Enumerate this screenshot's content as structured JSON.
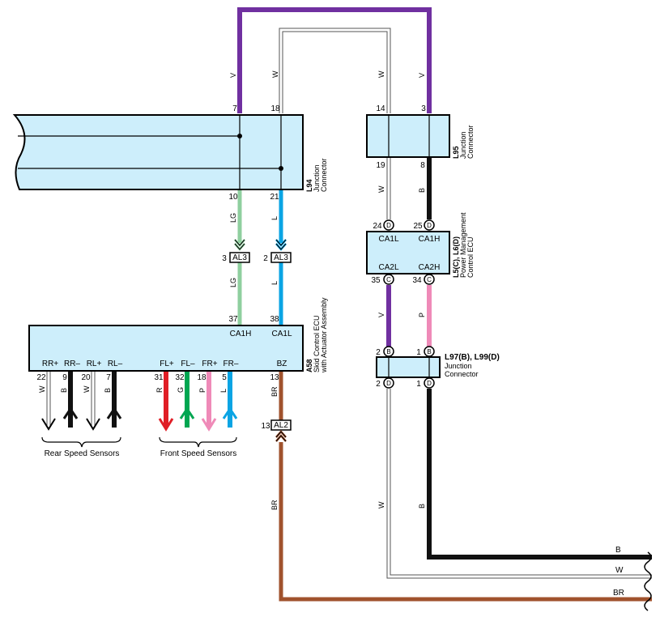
{
  "connectors": {
    "L94": {
      "code": "L94",
      "name_lines": [
        "Junction",
        "Connector"
      ]
    },
    "L95": {
      "code": "L95",
      "name_lines": [
        "Junction",
        "Connector"
      ]
    },
    "L5L6": {
      "code": "L5(C), L6(D)",
      "name_lines": [
        "Power Management",
        "Control ECU"
      ]
    },
    "A58": {
      "code": "A58",
      "name_lines": [
        "Skid Control ECU",
        "with Actuator Assembly"
      ]
    },
    "L97L99": {
      "code": "L97(B), L99(D)",
      "name_lines": [
        "Junction",
        "Connector"
      ]
    }
  },
  "pins": {
    "p7": "7",
    "p18": "18",
    "p14": "14",
    "p3": "3",
    "p10": "10",
    "p21": "21",
    "p19": "19",
    "p8": "8",
    "p24": "24",
    "p25": "25",
    "p35": "35",
    "p34": "34",
    "p37": "37",
    "p38": "38",
    "al3_left": "3",
    "al3_right": "2",
    "p2b": "2",
    "p1b": "1",
    "p2d": "2",
    "p1d": "1",
    "p22": "22",
    "p9": "9",
    "p20": "20",
    "p7b": "7",
    "p31": "31",
    "p32": "32",
    "p18b": "18",
    "p5": "5",
    "p13": "13",
    "al2_pin": "13"
  },
  "pin_letters": {
    "D": "D",
    "C": "C",
    "B": "B"
  },
  "terminals": {
    "ca1l_top": "CA1L",
    "ca1h_top": "CA1H",
    "ca2l": "CA2L",
    "ca2h": "CA2H",
    "ca1h_a58": "CA1H",
    "ca1l_a58": "CA1L",
    "rr_plus": "RR+",
    "rr_minus": "RR–",
    "rl_plus": "RL+",
    "rl_minus": "RL–",
    "fl_plus": "FL+",
    "fl_minus": "FL–",
    "fr_plus": "FR+",
    "fr_minus": "FR–",
    "bz": "BZ"
  },
  "inline_connectors": {
    "al3_a": "AL3",
    "al3_b": "AL3",
    "al2": "AL2"
  },
  "wire_colors": {
    "v_top": "V",
    "w_top": "W",
    "w_right": "W",
    "v_right": "V",
    "lg1": "LG",
    "l1": "L",
    "lg2": "LG",
    "l2": "L",
    "w19": "W",
    "b8": "B",
    "v35": "V",
    "p34": "P",
    "w_rr": "W",
    "b_rr": "B",
    "w_rl": "W",
    "b_rl": "B",
    "r_fl": "R",
    "g_fl": "G",
    "p_fr": "P",
    "l_fr": "L",
    "br_bz": "BR",
    "br_low": "BR",
    "w_low": "W",
    "b_low": "B",
    "end_b": "B",
    "end_w": "W",
    "end_br": "BR"
  },
  "groups": {
    "rear": "Rear Speed Sensors",
    "front": "Front Speed Sensors"
  },
  "colors": {
    "violet": "#7030a0",
    "white_wire": "#ffffff",
    "lightgreen": "#8fcf9f",
    "lightblue": "#0aa4e4",
    "black": "#111111",
    "pink": "#ef8ab8",
    "red": "#e01e26",
    "green": "#00a651",
    "brown": "#a0522d",
    "box_fill": "#cdeefb"
  }
}
